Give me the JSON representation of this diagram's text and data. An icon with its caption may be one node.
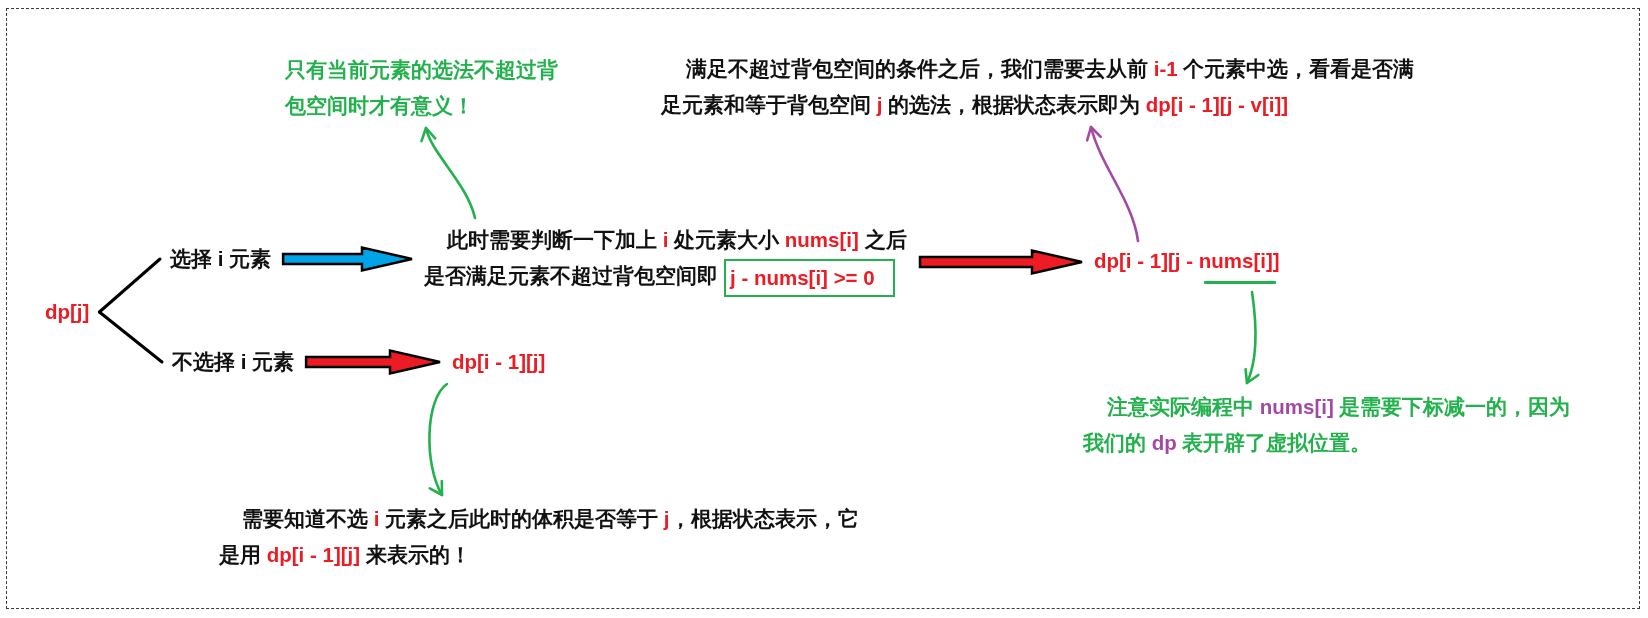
{
  "diagram": {
    "nodes": [
      {
        "text": [
          "只有当前元素的选法不超过背包空间时才有意义！"
        ]
      },
      {
        "text": [
          "满足不超过背包空间的条件之后，我们需要去从前 **i-1** 个元素中选，看看是否满足元素和等于背包空间 **j** 的选法，根据状态表示即为 **dp[i - 1][j - v[i]]**"
        ]
      },
      {
        "text": [
          "选择 i 元素"
        ]
      },
      {
        "text": [
          "此时需要判断一下加上 **i** 处元素大小 **nums[i]** 之后是否满足元素不超过背包空间即"
        ]
      },
      {
        "text": [
          "j - nums[i] >= 0"
        ],
        "in": 3
      },
      {
        "text": [
          "dp[i - 1][j - nums[i]]"
        ]
      },
      {
        "text": [],
        "shape": "bar"
      },
      {
        "text": [
          "dp[j]"
        ]
      },
      {
        "text": [
          "不选择 i 元素"
        ]
      },
      {
        "text": [
          "dp[i - 1][j]"
        ]
      },
      {
        "text": [
          "注意实际编程中 **nums[i]** 是需要下标减一的，因为我们的 **dp** 表开辟了虚拟位置。"
        ]
      },
      {
        "text": [
          "需要知道不选 **i** 元素之后此时的体积是否等于 **j**，根据状态表示，它是用 **dp[i - 1][j]** 来表示的！"
        ]
      }
    ],
    "edges": [
      {
        "from": 7,
        "to": 2,
        "arrow": "none",
        "color": "#000000"
      },
      {
        "from": 7,
        "to": 8,
        "arrow": "none",
        "color": "#000000"
      },
      {
        "from": 2,
        "to": 3,
        "arrow": "to",
        "style": "thick",
        "color": "#00a2e8"
      },
      {
        "from": 8,
        "to": 9,
        "arrow": "to",
        "style": "thick",
        "color": "#ed1c24"
      },
      {
        "from": 3,
        "to": 5,
        "arrow": "to",
        "style": "thick",
        "color": "#ed1c24"
      },
      {
        "from": 3,
        "to": 0,
        "arrow": "to",
        "color": "#22b14c"
      },
      {
        "from": 9,
        "to": 11,
        "arrow": "to",
        "color": "#22b14c"
      },
      {
        "from": 5,
        "to": 1,
        "arrow": "to",
        "color": "#a349a4"
      },
      {
        "from": 6,
        "to": 10,
        "arrow": "to",
        "color": "#22b14c"
      }
    ]
  }
}
